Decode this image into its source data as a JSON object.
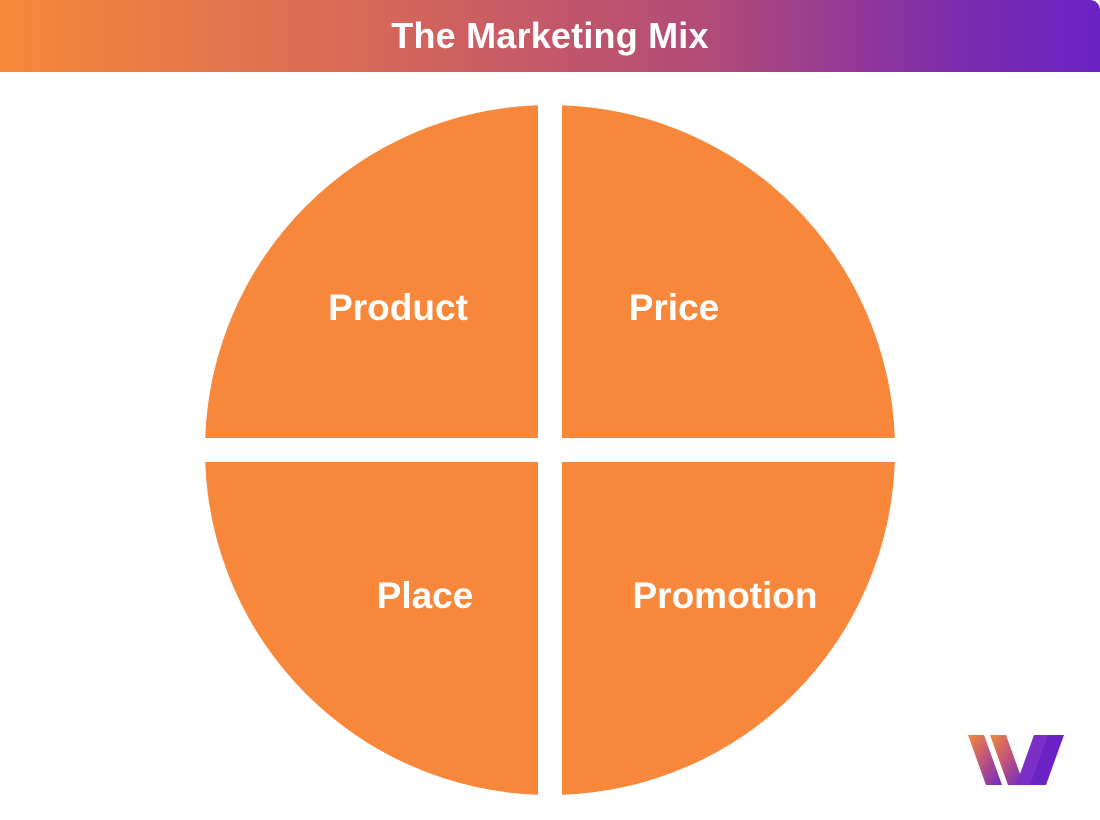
{
  "header": {
    "title": "The Marketing Mix"
  },
  "diagram": {
    "quadrants": [
      {
        "id": "top-left",
        "label": "Product"
      },
      {
        "id": "top-right",
        "label": "Price"
      },
      {
        "id": "bottom-left",
        "label": "Place"
      },
      {
        "id": "bottom-right",
        "label": "Promotion"
      }
    ]
  },
  "colors": {
    "quadrant_fill": "#f7873b",
    "label_text": "#ffffff",
    "header_gradient_start": "#f7893a",
    "header_gradient_end": "#6a22c4"
  },
  "logo": {
    "icon": "brand-w-logo-icon"
  }
}
